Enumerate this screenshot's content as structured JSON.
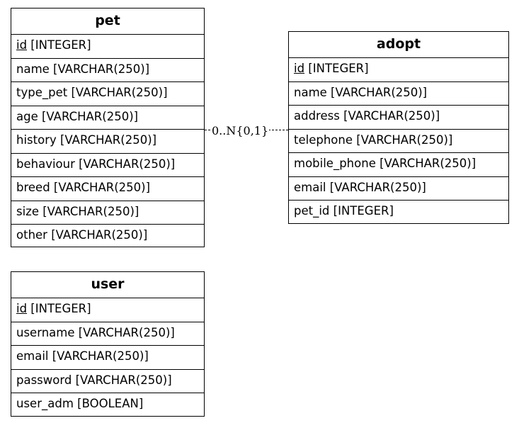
{
  "entities": [
    {
      "id": "pet",
      "name": "pet",
      "fields": [
        {
          "pk": "id",
          "type": " [INTEGER]"
        },
        {
          "text": "name [VARCHAR(250)]"
        },
        {
          "text": "type_pet [VARCHAR(250)]"
        },
        {
          "text": "age [VARCHAR(250)]"
        },
        {
          "text": "history [VARCHAR(250)]"
        },
        {
          "text": "behaviour [VARCHAR(250)]"
        },
        {
          "text": "breed [VARCHAR(250)]"
        },
        {
          "text": "size [VARCHAR(250)]"
        },
        {
          "text": "other [VARCHAR(250)]"
        }
      ]
    },
    {
      "id": "adopt",
      "name": "adopt",
      "fields": [
        {
          "pk": "id",
          "type": " [INTEGER]"
        },
        {
          "text": "name [VARCHAR(250)]"
        },
        {
          "text": "address [VARCHAR(250)]"
        },
        {
          "text": "telephone [VARCHAR(250)]"
        },
        {
          "text": "mobile_phone [VARCHAR(250)]"
        },
        {
          "text": "email [VARCHAR(250)]"
        },
        {
          "text": "pet_id [INTEGER]"
        }
      ]
    },
    {
      "id": "user",
      "name": "user",
      "fields": [
        {
          "pk": "id",
          "type": " [INTEGER]"
        },
        {
          "text": "username [VARCHAR(250)]"
        },
        {
          "text": "email [VARCHAR(250)]"
        },
        {
          "text": "password [VARCHAR(250)]"
        },
        {
          "text": "user_adm [BOOLEAN]"
        }
      ]
    }
  ],
  "relationship": {
    "label": "0..N{0,1}"
  }
}
